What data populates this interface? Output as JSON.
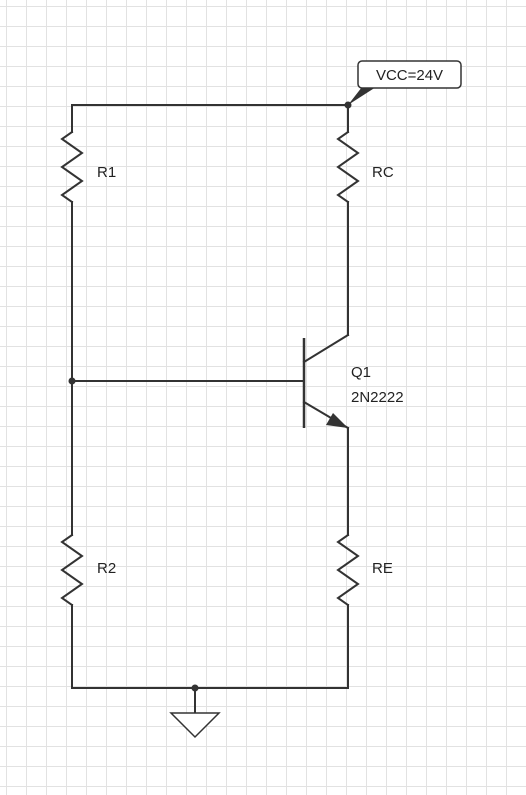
{
  "supply": {
    "label": "VCC=24V"
  },
  "components": {
    "r1": {
      "label": "R1"
    },
    "rc": {
      "label": "RC"
    },
    "r2": {
      "label": "R2"
    },
    "re": {
      "label": "RE"
    },
    "q1": {
      "ref": "Q1",
      "part": "2N2222"
    }
  }
}
